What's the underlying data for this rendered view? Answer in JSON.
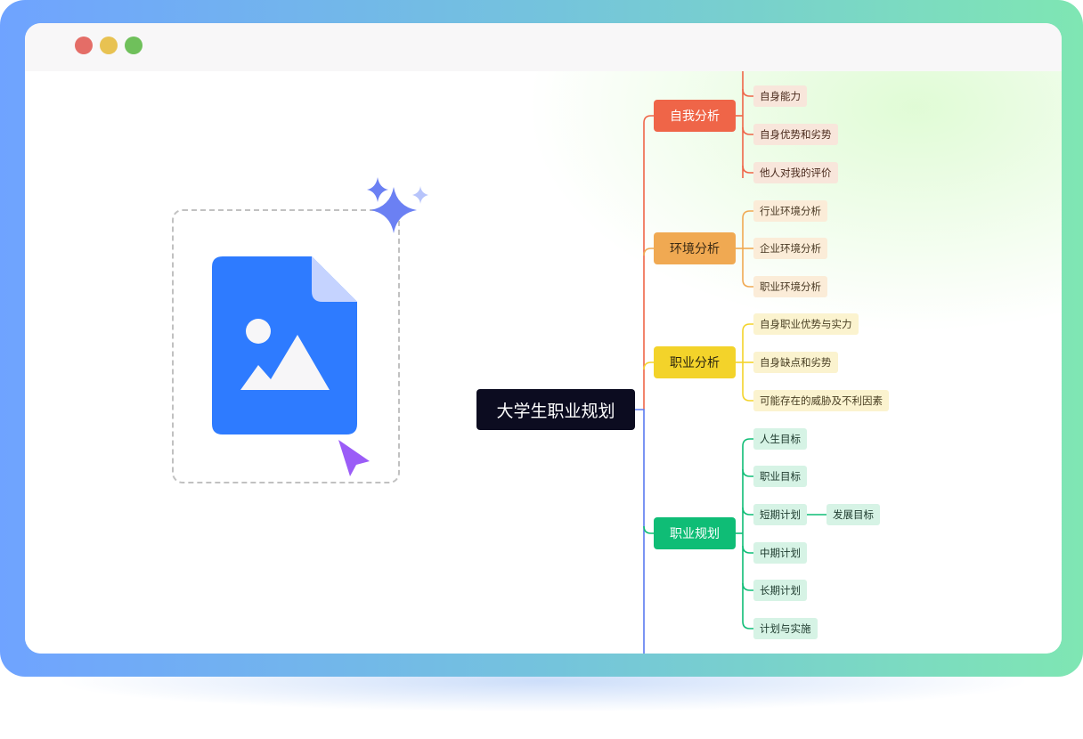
{
  "colors": {
    "red": "#ef6548",
    "orange": "#f0a952",
    "yellow": "#f3d32a",
    "green": "#0fbd76",
    "blue": "#5a7af0",
    "root_bg": "#0c0c20",
    "file_icon": "#2e7bff",
    "cursor": "#9b5cf7"
  },
  "window": {
    "controls": [
      {
        "name": "close",
        "color": "#e46d67"
      },
      {
        "name": "minimize",
        "color": "#e8c252"
      },
      {
        "name": "maximize",
        "color": "#6fc05b"
      }
    ]
  },
  "upload_area": {
    "icon": "image-file-icon",
    "decoration": "sparkle-icon",
    "pointer": "cursor-arrow-icon"
  },
  "mindmap": {
    "root": "大学生职业规划",
    "branches": [
      {
        "label": "自我分析",
        "color": "#ef6548",
        "children": [
          "自身能力",
          "自身优势和劣势",
          "他人对我的评价"
        ]
      },
      {
        "label": "环境分析",
        "color": "#f0a952",
        "children": [
          "行业环境分析",
          "企业环境分析",
          "职业环境分析"
        ]
      },
      {
        "label": "职业分析",
        "color": "#f3d32a",
        "children": [
          "自身职业优势与实力",
          "自身缺点和劣势",
          "可能存在的威胁及不利因素"
        ]
      },
      {
        "label": "职业规划",
        "color": "#0fbd76",
        "children": [
          "人生目标",
          "职业目标",
          "短期计划",
          "中期计划",
          "长期计划",
          "计划与实施"
        ],
        "sub": {
          "parent": "短期计划",
          "label": "发展目标"
        }
      }
    ]
  }
}
